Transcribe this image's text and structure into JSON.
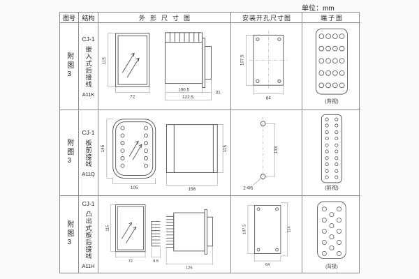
{
  "page": {
    "unit_label": "单位：mm"
  },
  "table": {
    "headers": {
      "fig_no": "图号",
      "structure": "结构",
      "outline": "外形尺寸图",
      "mounting": "安装开孔尺寸图",
      "terminal": "端子图"
    },
    "rows": [
      {
        "fig_no": "附图3",
        "model": "CJ-1",
        "structure": "嵌入式后接线",
        "code": "A11K",
        "dims": {
          "front_h": "115",
          "front_w": "72",
          "side_d1": "100.5",
          "side_d2": "122.5",
          "side_d3": "31"
        },
        "mount": {
          "h": "107.5",
          "w": "64"
        },
        "terminal_view": "(背视)"
      },
      {
        "fig_no": "附图3",
        "model": "CJ-1",
        "structure": "板前接线",
        "code": "A11Q",
        "dims": {
          "front_h": "145",
          "front_w": "105",
          "side_d1": "156",
          "side_d2": "115"
        },
        "mount": {
          "h": "133",
          "holes": "2-Φ5"
        },
        "terminal_view": "(前视)"
      },
      {
        "fig_no": "附图3",
        "model": "CJ-1",
        "structure": "凸出式板后接线",
        "code": "A11H",
        "dims": {
          "front_h": "115",
          "front_w": "72",
          "fin_d": "9.5",
          "side_d1": "126"
        },
        "mount": {
          "h": "107.5",
          "h2": "114",
          "w": "64"
        },
        "terminal_view": "(背视)"
      }
    ]
  }
}
